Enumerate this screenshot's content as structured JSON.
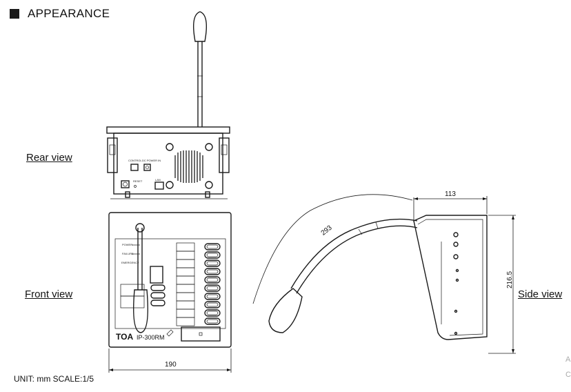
{
  "heading": {
    "title": "APPEARANCE"
  },
  "views": {
    "rear": "Rear view",
    "front": "Front view",
    "side": "Side view"
  },
  "dimensions": {
    "width": "190",
    "depth": "113",
    "height": "216.5",
    "gooseneck": "293"
  },
  "brand": {
    "logo": "TOA",
    "model": "IP-300RM"
  },
  "panel_labels": {
    "power": "POWER",
    "failure": "FAILURE",
    "emergency": "EMERGENCY"
  },
  "rear_labels": {
    "control": "CONTROL",
    "dc_power": "DC POWER IN",
    "lan": "LAN",
    "reset": "RESET"
  },
  "footer": {
    "unit": "UNIT:  mm  SCALE:1/5"
  },
  "edge_marks": {
    "a": "A",
    "b": "C"
  }
}
